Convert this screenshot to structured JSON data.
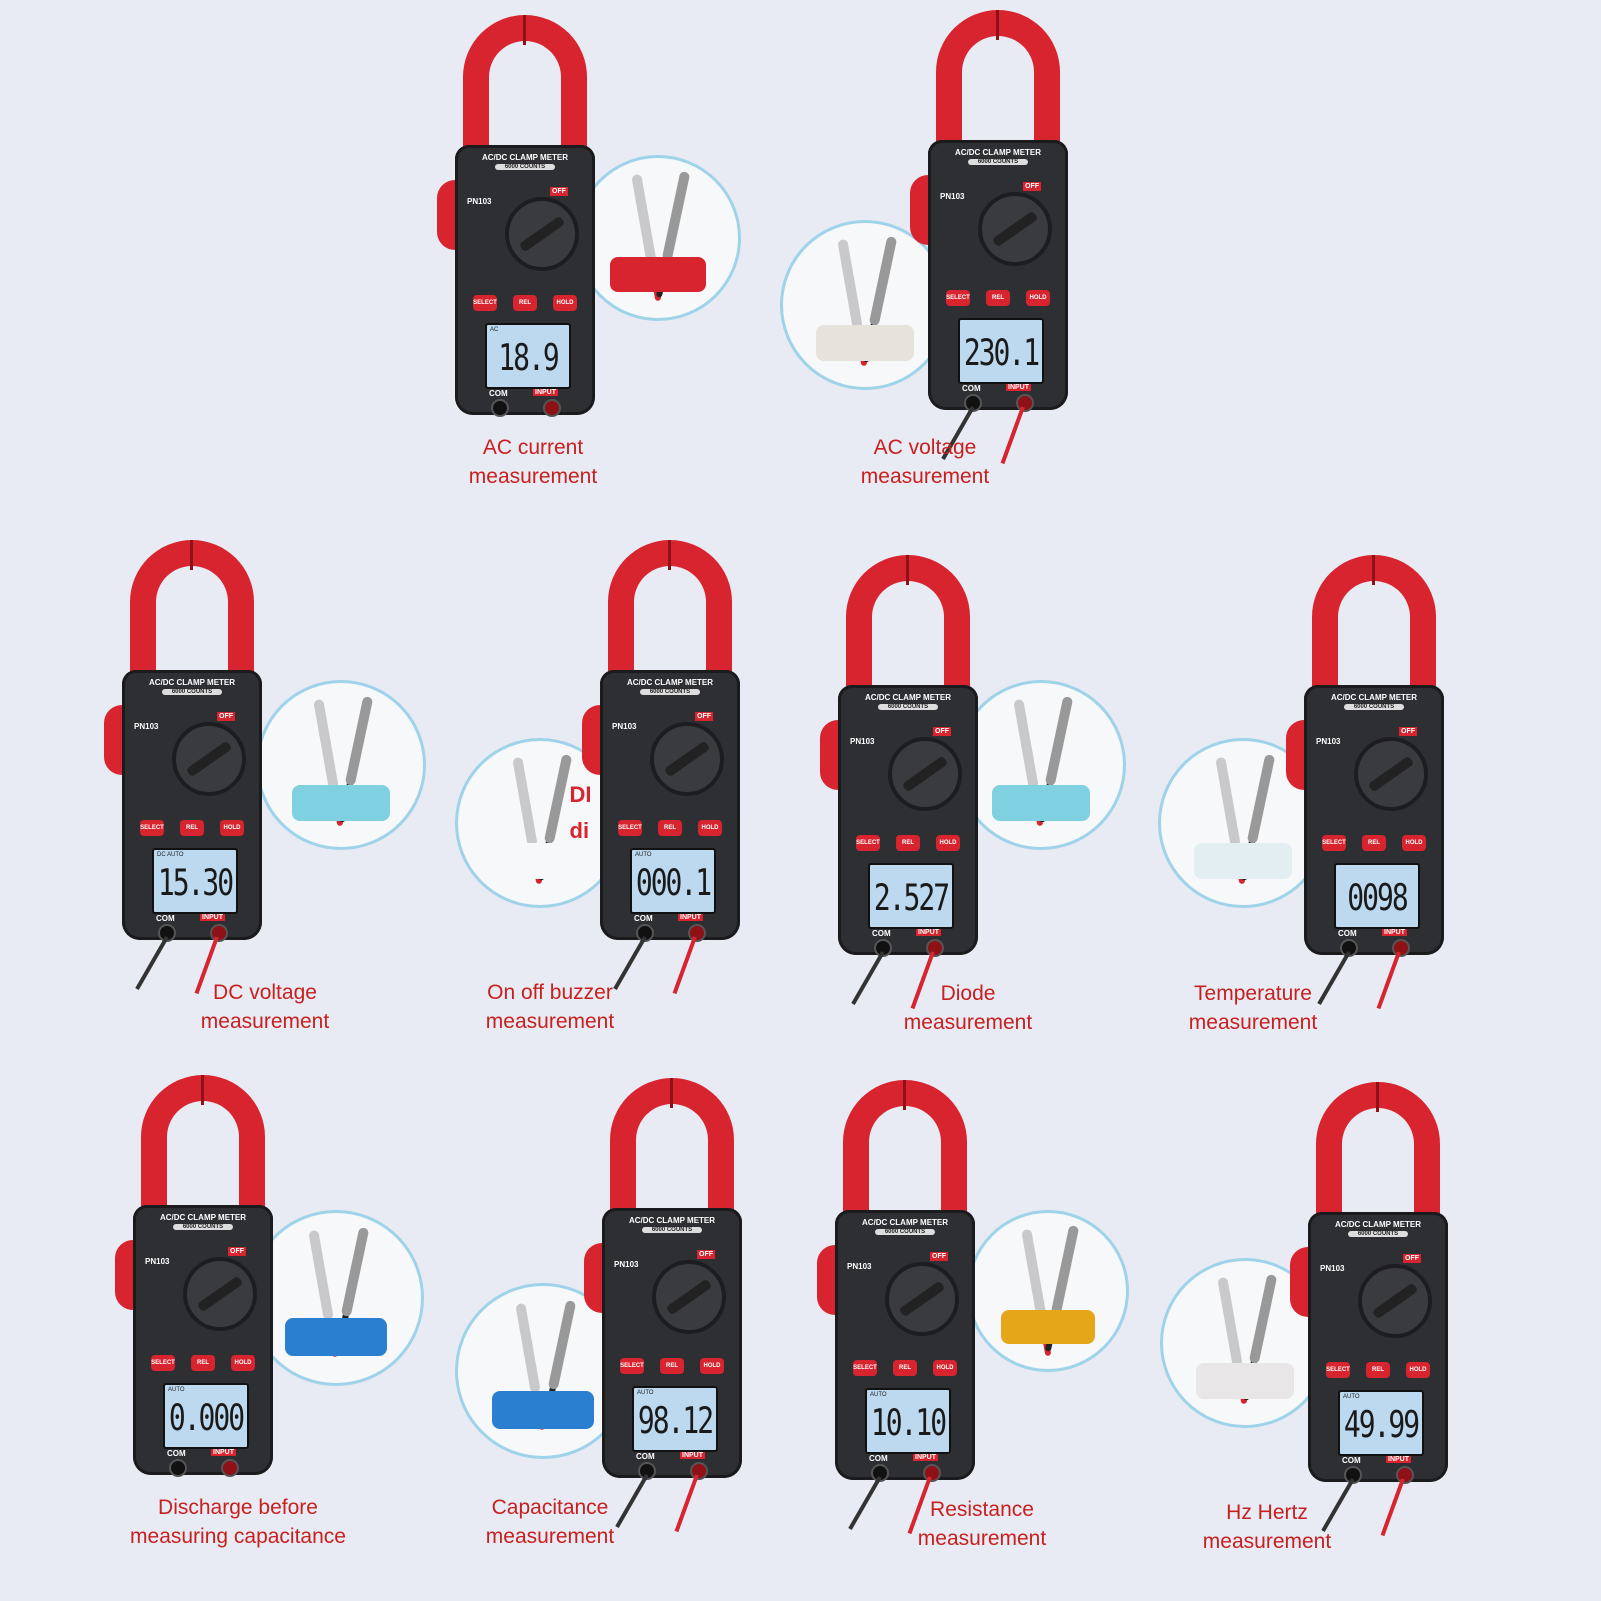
{
  "meter_labels": {
    "title": "AC/DC CLAMP METER",
    "counts": "6000 COUNTS",
    "model": "PN103",
    "off": "OFF",
    "select": "SELECT",
    "rel": "REL",
    "hold": "HOLD",
    "com": "COM",
    "input": "INPUT"
  },
  "panels": [
    {
      "reading": "18.9",
      "lcd_tag": "AC",
      "caption_1": "AC current",
      "caption_2": "measurement"
    },
    {
      "reading": "230.1",
      "lcd_tag": "",
      "caption_1": "AC voltage",
      "caption_2": "measurement"
    },
    {
      "reading": "15.30",
      "lcd_tag": "DC AUTO",
      "caption_1": "DC voltage",
      "caption_2": "measurement"
    },
    {
      "reading": "000.1",
      "lcd_tag": "AUTO",
      "caption_1": "On off buzzer",
      "caption_2": "measurement",
      "circle_text": [
        "DI",
        "di"
      ]
    },
    {
      "reading": "2.527",
      "lcd_tag": "",
      "caption_1": "Diode",
      "caption_2": "measurement"
    },
    {
      "reading": "0098",
      "lcd_tag": "",
      "caption_1": "Temperature",
      "caption_2": "measurement"
    },
    {
      "reading": "0.000",
      "lcd_tag": "AUTO",
      "caption_1": "Discharge before",
      "caption_2": "measuring capacitance"
    },
    {
      "reading": "98.12",
      "lcd_tag": "AUTO",
      "caption_1": "Capacitance",
      "caption_2": "measurement"
    },
    {
      "reading": "10.10",
      "lcd_tag": "AUTO",
      "caption_1": "Resistance",
      "caption_2": "measurement"
    },
    {
      "reading": "49.99",
      "lcd_tag": "AUTO",
      "caption_1": "Hz Hertz",
      "caption_2": "measurement"
    }
  ],
  "colors": {
    "background": "#e8ebf3",
    "accent": "#d8242e",
    "caption": "#c8201f",
    "lcd": "#bcd9ef"
  }
}
